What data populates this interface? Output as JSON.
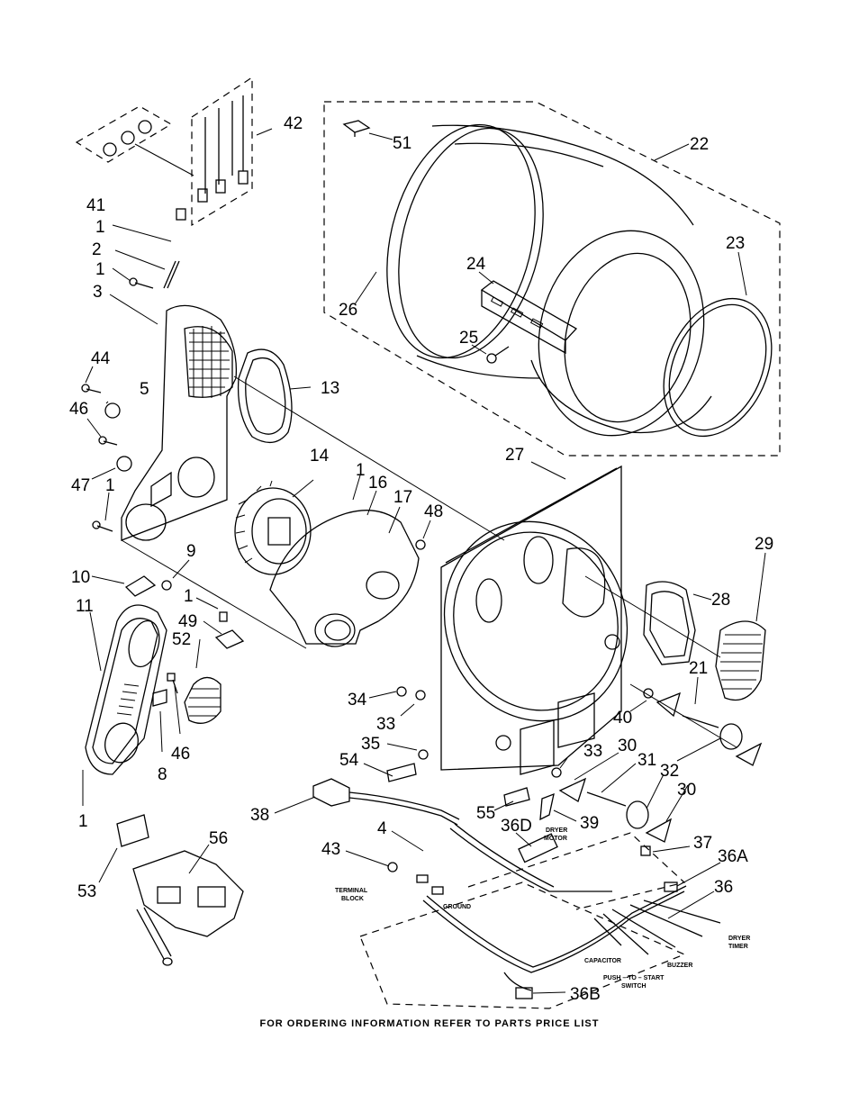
{
  "callouts": {
    "c41": "41",
    "c42": "42",
    "c51": "51",
    "c22": "22",
    "c1a": "1",
    "c2": "2",
    "c1b": "1",
    "c3": "3",
    "c23": "23",
    "c24": "24",
    "c26": "26",
    "c25": "25",
    "c44": "44",
    "c5": "5",
    "c13": "13",
    "c46a": "46",
    "c47": "47",
    "c1c": "1",
    "c14": "14",
    "c1d": "1",
    "c16": "16",
    "c17": "17",
    "c48": "48",
    "c27": "27",
    "c29": "29",
    "c9": "9",
    "c10": "10",
    "c1e": "1",
    "c11": "11",
    "c49": "49",
    "c52": "52",
    "c28": "28",
    "c21": "21",
    "c34": "34",
    "c33a": "33",
    "c40": "40",
    "c35": "35",
    "c33b": "33",
    "c30a": "30",
    "c31": "31",
    "c32": "32",
    "c8": "8",
    "c46b": "46",
    "c54": "54",
    "c1f": "1",
    "c30b": "30",
    "c38": "38",
    "c55": "55",
    "c39": "39",
    "c36D": "36D",
    "c4": "4",
    "c37": "37",
    "c56": "56",
    "c43": "43",
    "c36A": "36A",
    "c53": "53",
    "c36": "36",
    "c36B": "36B"
  },
  "labels": {
    "dryer_motor_1": "DRYER",
    "dryer_motor_2": "MOTOR",
    "terminal_block_1": "TERMINAL",
    "terminal_block_2": "BLOCK",
    "ground": "GROUND",
    "capacitor": "CAPACITOR",
    "buzzer": "BUZZER",
    "dryer_timer_1": "DRYER",
    "dryer_timer_2": "TIMER",
    "push_to_start_1": "PUSH – TO – START",
    "push_to_start_2": "SWITCH"
  },
  "footer": "FOR ORDERING INFORMATION REFER TO PARTS PRICE LIST"
}
